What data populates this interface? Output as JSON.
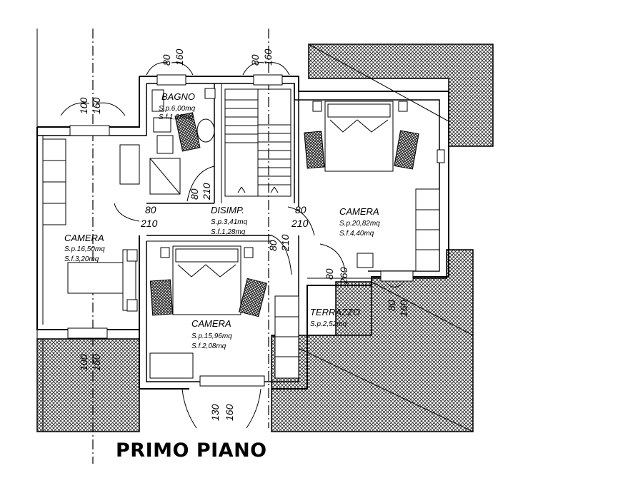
{
  "title": "PRIMO PIANO",
  "rooms": {
    "bagno": {
      "name": "BAGNO",
      "sp": "S.p.6,00mq",
      "sf": "S.f.1,28mq"
    },
    "camera_w": {
      "name": "CAMERA",
      "sp": "S.p.16,50mq",
      "sf": "S.f.3,20mq"
    },
    "camera_c": {
      "name": "CAMERA",
      "sp": "S.p.15,96mq",
      "sf": "S.f.2,08mq"
    },
    "camera_e": {
      "name": "CAMERA",
      "sp": "S.p.20,82mq",
      "sf": "S.f.4,40mq"
    },
    "disimp": {
      "name": "DISIMP.",
      "sp": "S.p.3,41mq",
      "sf": "S.f.1,28mq"
    },
    "terrazzo": {
      "name": "TERRAZZO",
      "sp": "S.p.2,52mq"
    }
  },
  "dims": {
    "w_top_a": "100",
    "w_top_b": "160",
    "w_bagno_a": "80",
    "w_bagno_b": "160",
    "w_stair_a": "80",
    "w_stair_b": "160",
    "d_bagno_a": "80",
    "d_bagno_b": "210",
    "d_camw_a": "80",
    "d_camw_b": "210",
    "d_came_a": "80",
    "d_came_b": "210",
    "d_camc_a": "80",
    "d_camc_b": "210",
    "d_terr_a": "80",
    "d_terr_b": "260",
    "w_terr_a": "80",
    "w_terr_b": "160",
    "w_bot_w_a": "100",
    "w_bot_w_b": "160",
    "w_bot_c_a": "130",
    "w_bot_c_b": "160"
  }
}
